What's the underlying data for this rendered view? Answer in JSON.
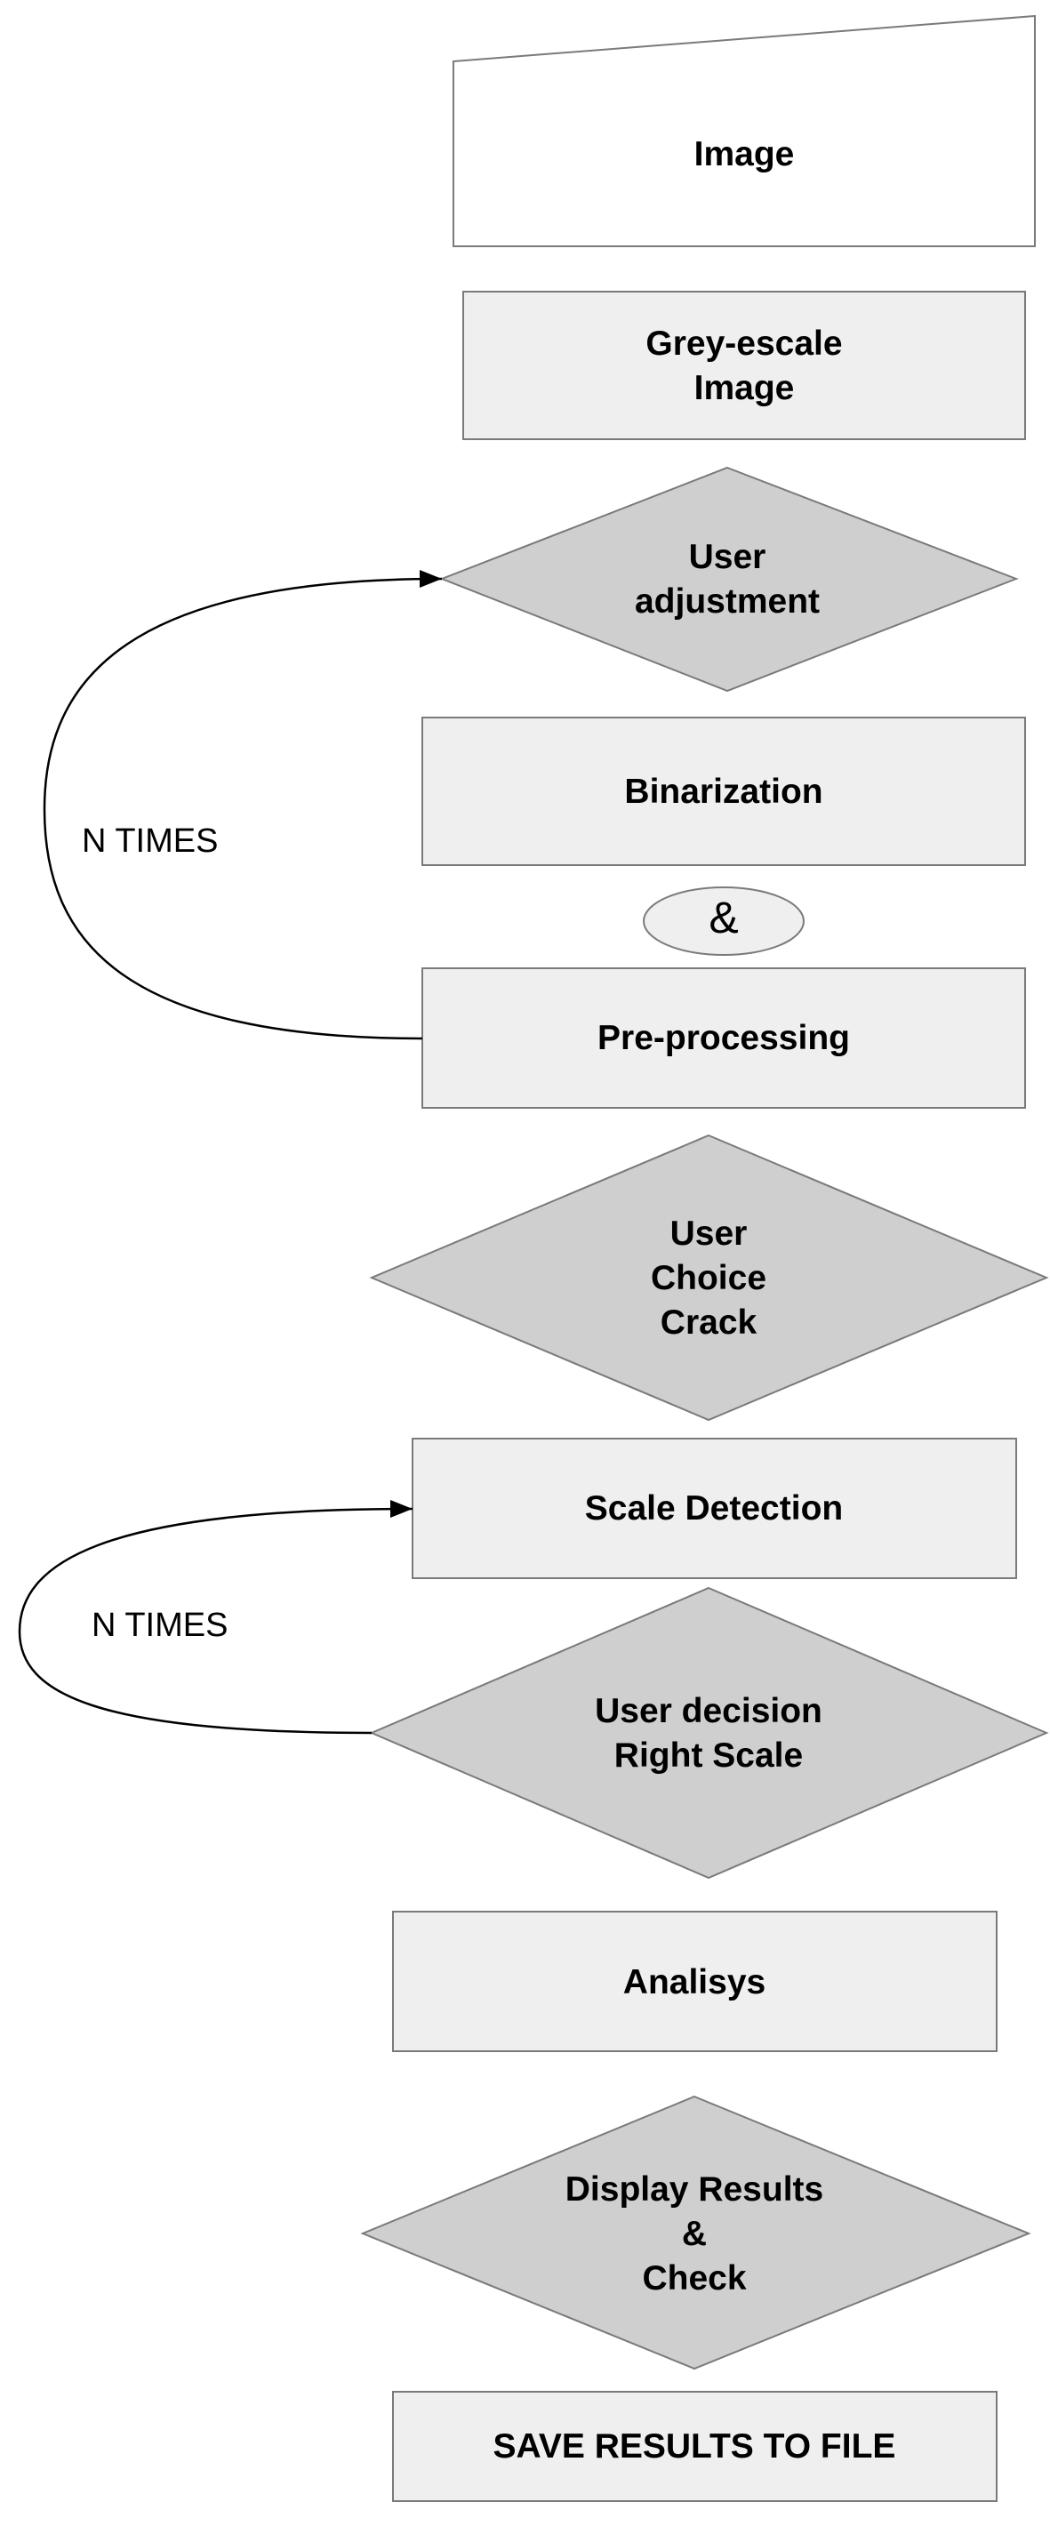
{
  "colors": {
    "box_fill": "#efefef",
    "decision_fill": "#cfcfcf",
    "outline": "#7a7a7a",
    "arrow": "#000000"
  },
  "nodes": {
    "image": {
      "lines": [
        "Image"
      ]
    },
    "greyscale": {
      "lines": [
        "Grey-escale",
        "Image"
      ]
    },
    "user_adjustment": {
      "lines": [
        "User",
        "adjustment"
      ]
    },
    "binarization": {
      "lines": [
        "Binarization"
      ]
    },
    "ampersand": {
      "lines": [
        "&"
      ]
    },
    "preprocessing": {
      "lines": [
        "Pre-processing"
      ]
    },
    "user_choice_crack": {
      "lines": [
        "User",
        "Choice",
        "Crack"
      ]
    },
    "scale_detection": {
      "lines": [
        "Scale Detection"
      ]
    },
    "user_decision_right_scale": {
      "lines": [
        "User decision",
        "Right Scale"
      ]
    },
    "analisys": {
      "lines": [
        "Analisys"
      ]
    },
    "display_results_check": {
      "lines": [
        "Display Results",
        "&",
        "Check"
      ]
    },
    "save_results": {
      "lines": [
        "SAVE RESULTS TO FILE"
      ]
    }
  },
  "loops": {
    "loop1": {
      "label": "N TIMES"
    },
    "loop2": {
      "label": "N TIMES"
    }
  }
}
